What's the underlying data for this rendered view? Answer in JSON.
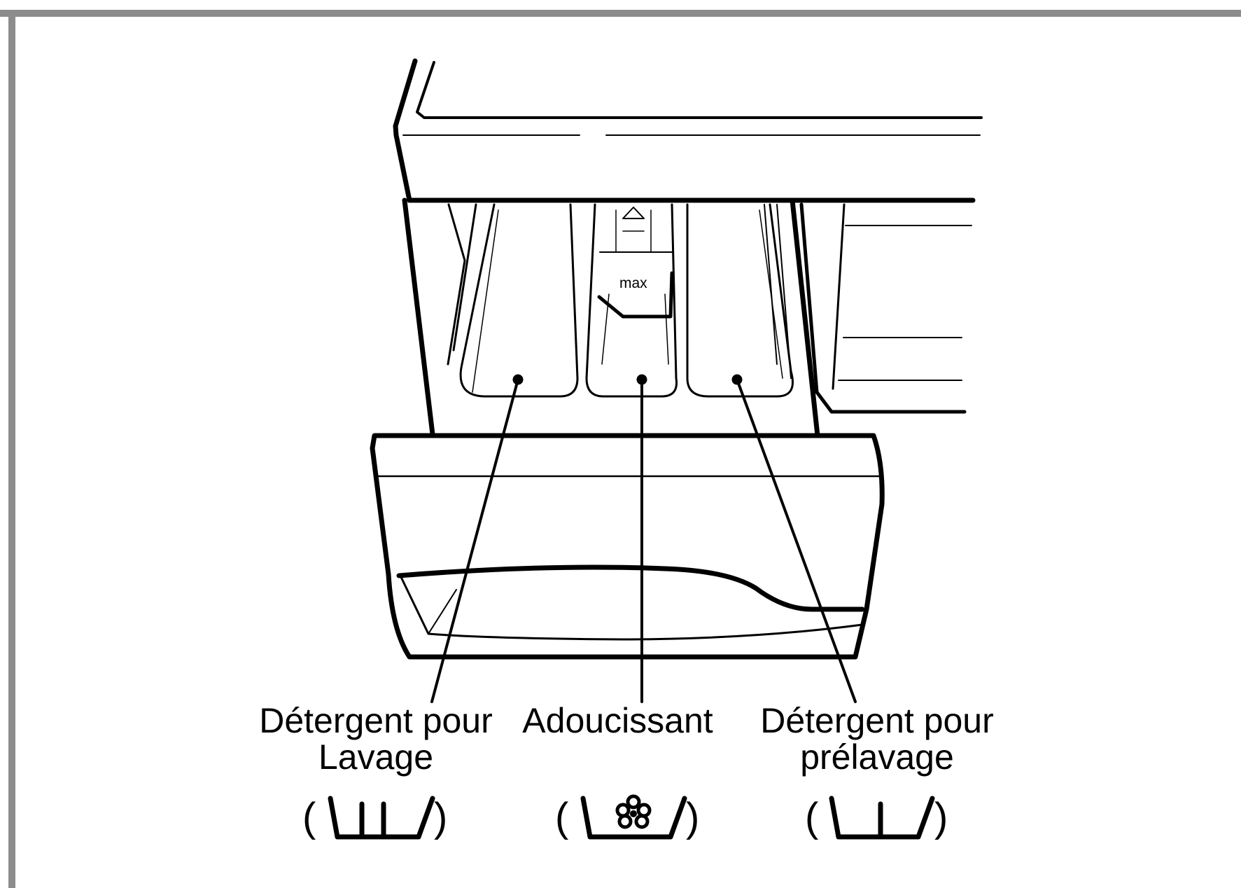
{
  "labels": {
    "main_wash_line1": "Détergent pour",
    "main_wash_line2": "Lavage",
    "softener": "Adoucissant",
    "prewash_line1": "Détergent pour",
    "prewash_line2": "prélavage",
    "max_mark": "max"
  },
  "symbols": {
    "main_wash": "main-wash-compartment-icon",
    "softener": "softener-flower-icon",
    "prewash": "prewash-compartment-icon",
    "open_paren": "(",
    "close_paren": ")"
  }
}
